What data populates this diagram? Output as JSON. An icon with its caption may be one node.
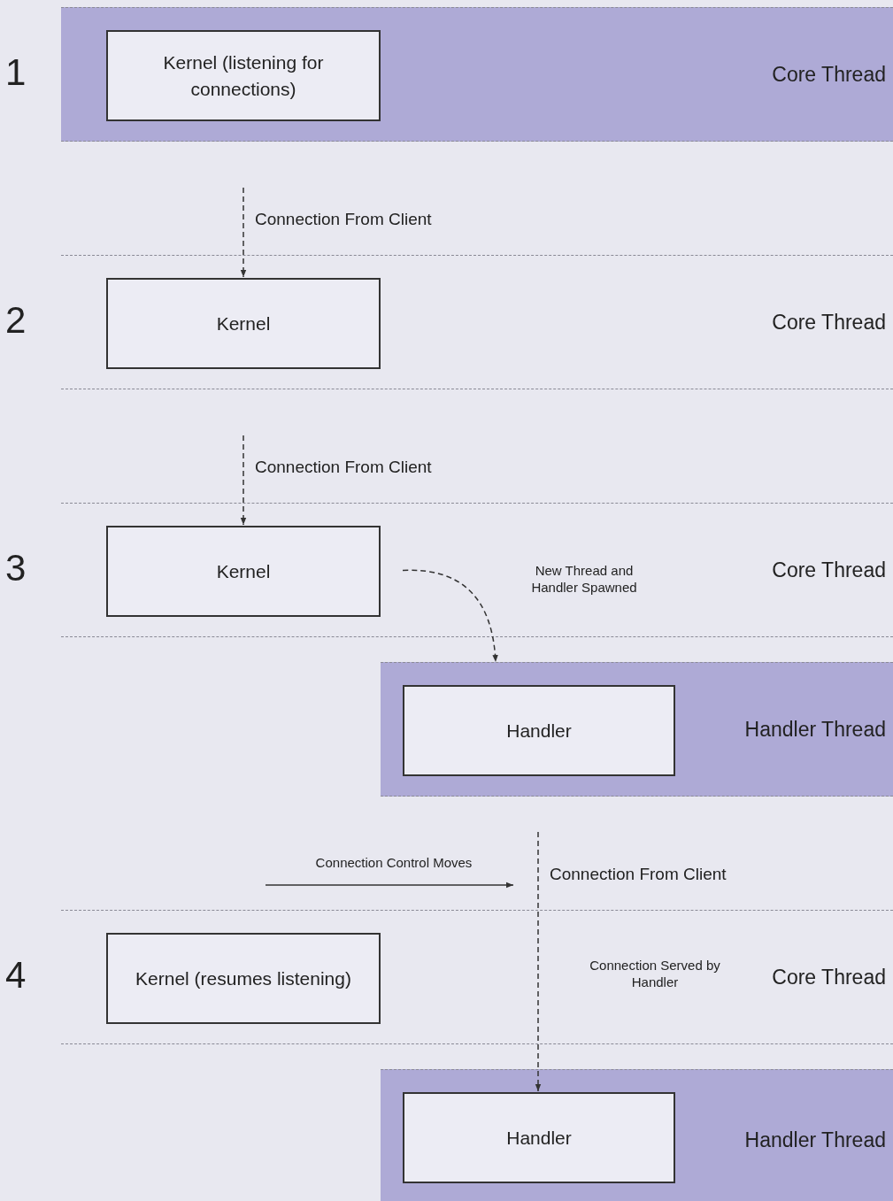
{
  "diagram": {
    "nodes": [
      {
        "text": [
          "Core Thread"
        ]
      },
      {
        "text": [
          "Kernel (listening for connections)"
        ],
        "in": 0
      },
      {
        "text": [
          "Core Thread"
        ]
      },
      {
        "text": [
          "Kernel"
        ],
        "in": 2
      },
      {
        "text": [
          "Core Thread"
        ]
      },
      {
        "text": [
          "Kernel"
        ],
        "in": 4
      },
      {
        "text": [
          "Handler Thread"
        ]
      },
      {
        "text": [
          "Handler"
        ],
        "in": 6
      },
      {
        "text": [
          "Core Thread"
        ]
      },
      {
        "text": [
          "Kernel (resumes listening)"
        ],
        "in": 8
      },
      {
        "text": [
          "Handler Thread"
        ]
      },
      {
        "text": [
          "Handler"
        ],
        "in": 10
      }
    ],
    "edges": [
      {
        "from": null,
        "to": 3,
        "arrow": "to",
        "style": "dashed",
        "label": "Connection From Client"
      },
      {
        "from": null,
        "to": 5,
        "arrow": "to",
        "style": "dashed",
        "label": "Connection From Client"
      },
      {
        "from": 5,
        "to": 6,
        "arrow": "to",
        "style": "dashed",
        "label": "New Thread and Handler Spawned"
      },
      {
        "from": null,
        "to": 11,
        "arrow": "to",
        "style": "dashed",
        "label": "Connection From Client"
      }
    ],
    "labels": [
      "1",
      "2",
      "3",
      "Connection Control Moves",
      "4",
      "Connection Served by Handler"
    ]
  }
}
